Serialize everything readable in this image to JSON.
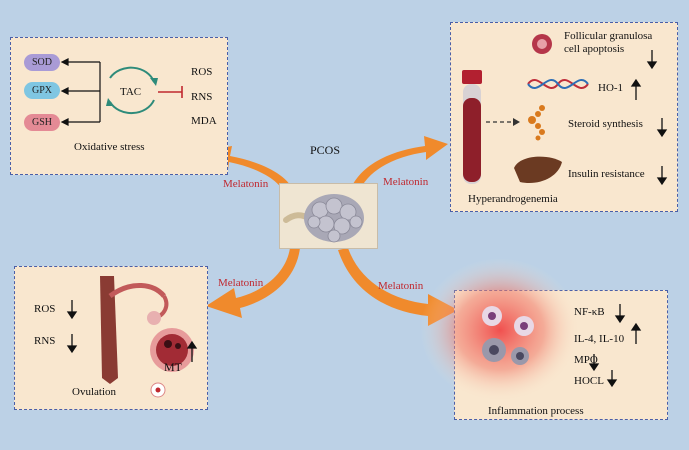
{
  "center": {
    "label": "PCOS"
  },
  "melatonin_labels": [
    "Melatonin",
    "Melatonin",
    "Melatonin",
    "Melatonin"
  ],
  "oxidative_stress": {
    "title": "Oxidative stress",
    "enzymes": [
      "SOD",
      "GPX",
      "GSH"
    ],
    "tac": "TAC",
    "species": [
      "ROS",
      "RNS",
      "MDA"
    ]
  },
  "hyperandrogenemia": {
    "title": "Hyperandrogenemia",
    "items": [
      {
        "label": "Follicular granulosa cell apoptosis",
        "direction": "down"
      },
      {
        "label": "HO-1",
        "direction": "up"
      },
      {
        "label": "Steroid synthesis",
        "direction": "down"
      },
      {
        "label": "Insulin resistance",
        "direction": "down"
      }
    ]
  },
  "ovulation": {
    "title": "Ovulation",
    "items": [
      {
        "label": "ROS",
        "direction": "down"
      },
      {
        "label": "RNS",
        "direction": "down"
      }
    ],
    "mt_label": "MT",
    "mt_direction": "up"
  },
  "inflammation": {
    "title": "Inflammation process",
    "items": [
      {
        "label": "NF-κB",
        "direction": "down"
      },
      {
        "label": "IL-4, IL-10",
        "direction": "up"
      },
      {
        "label": "MPO",
        "direction": "down"
      },
      {
        "label": "HOCL",
        "direction": "down"
      }
    ]
  },
  "colors": {
    "background": "#bcd1e6",
    "panel": "#f9e7cf",
    "border": "#4a5fa8",
    "arrow": "#f08a2c",
    "melatonin": "#c0282f"
  }
}
